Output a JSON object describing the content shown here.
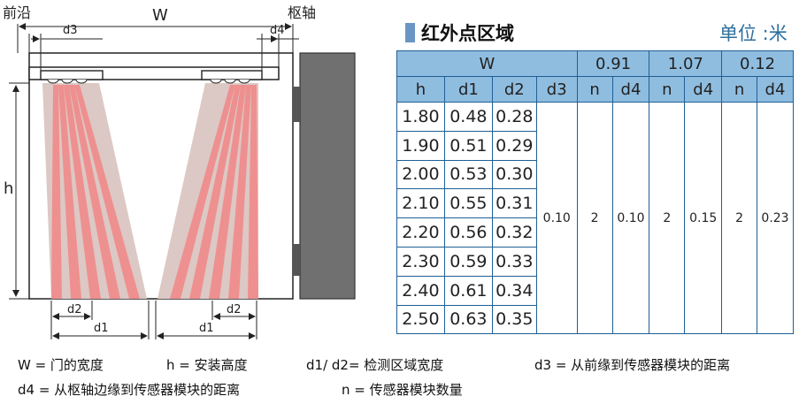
{
  "diagram": {
    "label_front_edge": "前沿",
    "label_pivot": "枢轴",
    "label_W": "W",
    "label_d3": "d3",
    "label_d4": "d4",
    "label_h": "h",
    "label_d2_left": "d2",
    "label_d2_right": "d2",
    "label_d1_left": "d1",
    "label_d1_right": "d1"
  },
  "table": {
    "title": "红外点区域",
    "unit": "单位 :米",
    "header_row1": {
      "w": "W",
      "g1": "0.91",
      "g2": "1.07",
      "g3": "0.12"
    },
    "header_row2": [
      "h",
      "d1",
      "d2",
      "d3",
      "n",
      "d4",
      "n",
      "d4",
      "n",
      "d4"
    ],
    "rows": [
      [
        "1.80",
        "0.48",
        "0.28"
      ],
      [
        "1.90",
        "0.51",
        "0.29"
      ],
      [
        "2.00",
        "0.53",
        "0.30"
      ],
      [
        "2.10",
        "0.55",
        "0.31"
      ],
      [
        "2.20",
        "0.56",
        "0.32"
      ],
      [
        "2.30",
        "0.59",
        "0.33"
      ],
      [
        "2.40",
        "0.61",
        "0.34"
      ],
      [
        "2.50",
        "0.63",
        "0.35"
      ]
    ],
    "merged": [
      "0.10",
      "2",
      "0.10",
      "2",
      "0.15",
      "2",
      "0.23"
    ]
  },
  "legend": {
    "w": "W = 门的宽度",
    "h": "h = 安装高度",
    "d1d2": "d1/ d2= 检测区域宽度",
    "d3": "d3 = 从前缘到传感器模块的距离",
    "d4": "d4 = 从枢轴边缘到传感器模块的距离",
    "n": "n = 传感器模块数量"
  },
  "colors": {
    "table_header": "#8fbde0",
    "table_border": "#1f5f95",
    "title_accent": "#6b95c4",
    "unit_text": "#2c6f9d",
    "beam_pink": "#ee9090",
    "beam_grey": "#dcc8c4",
    "door_panel": "#707070"
  }
}
